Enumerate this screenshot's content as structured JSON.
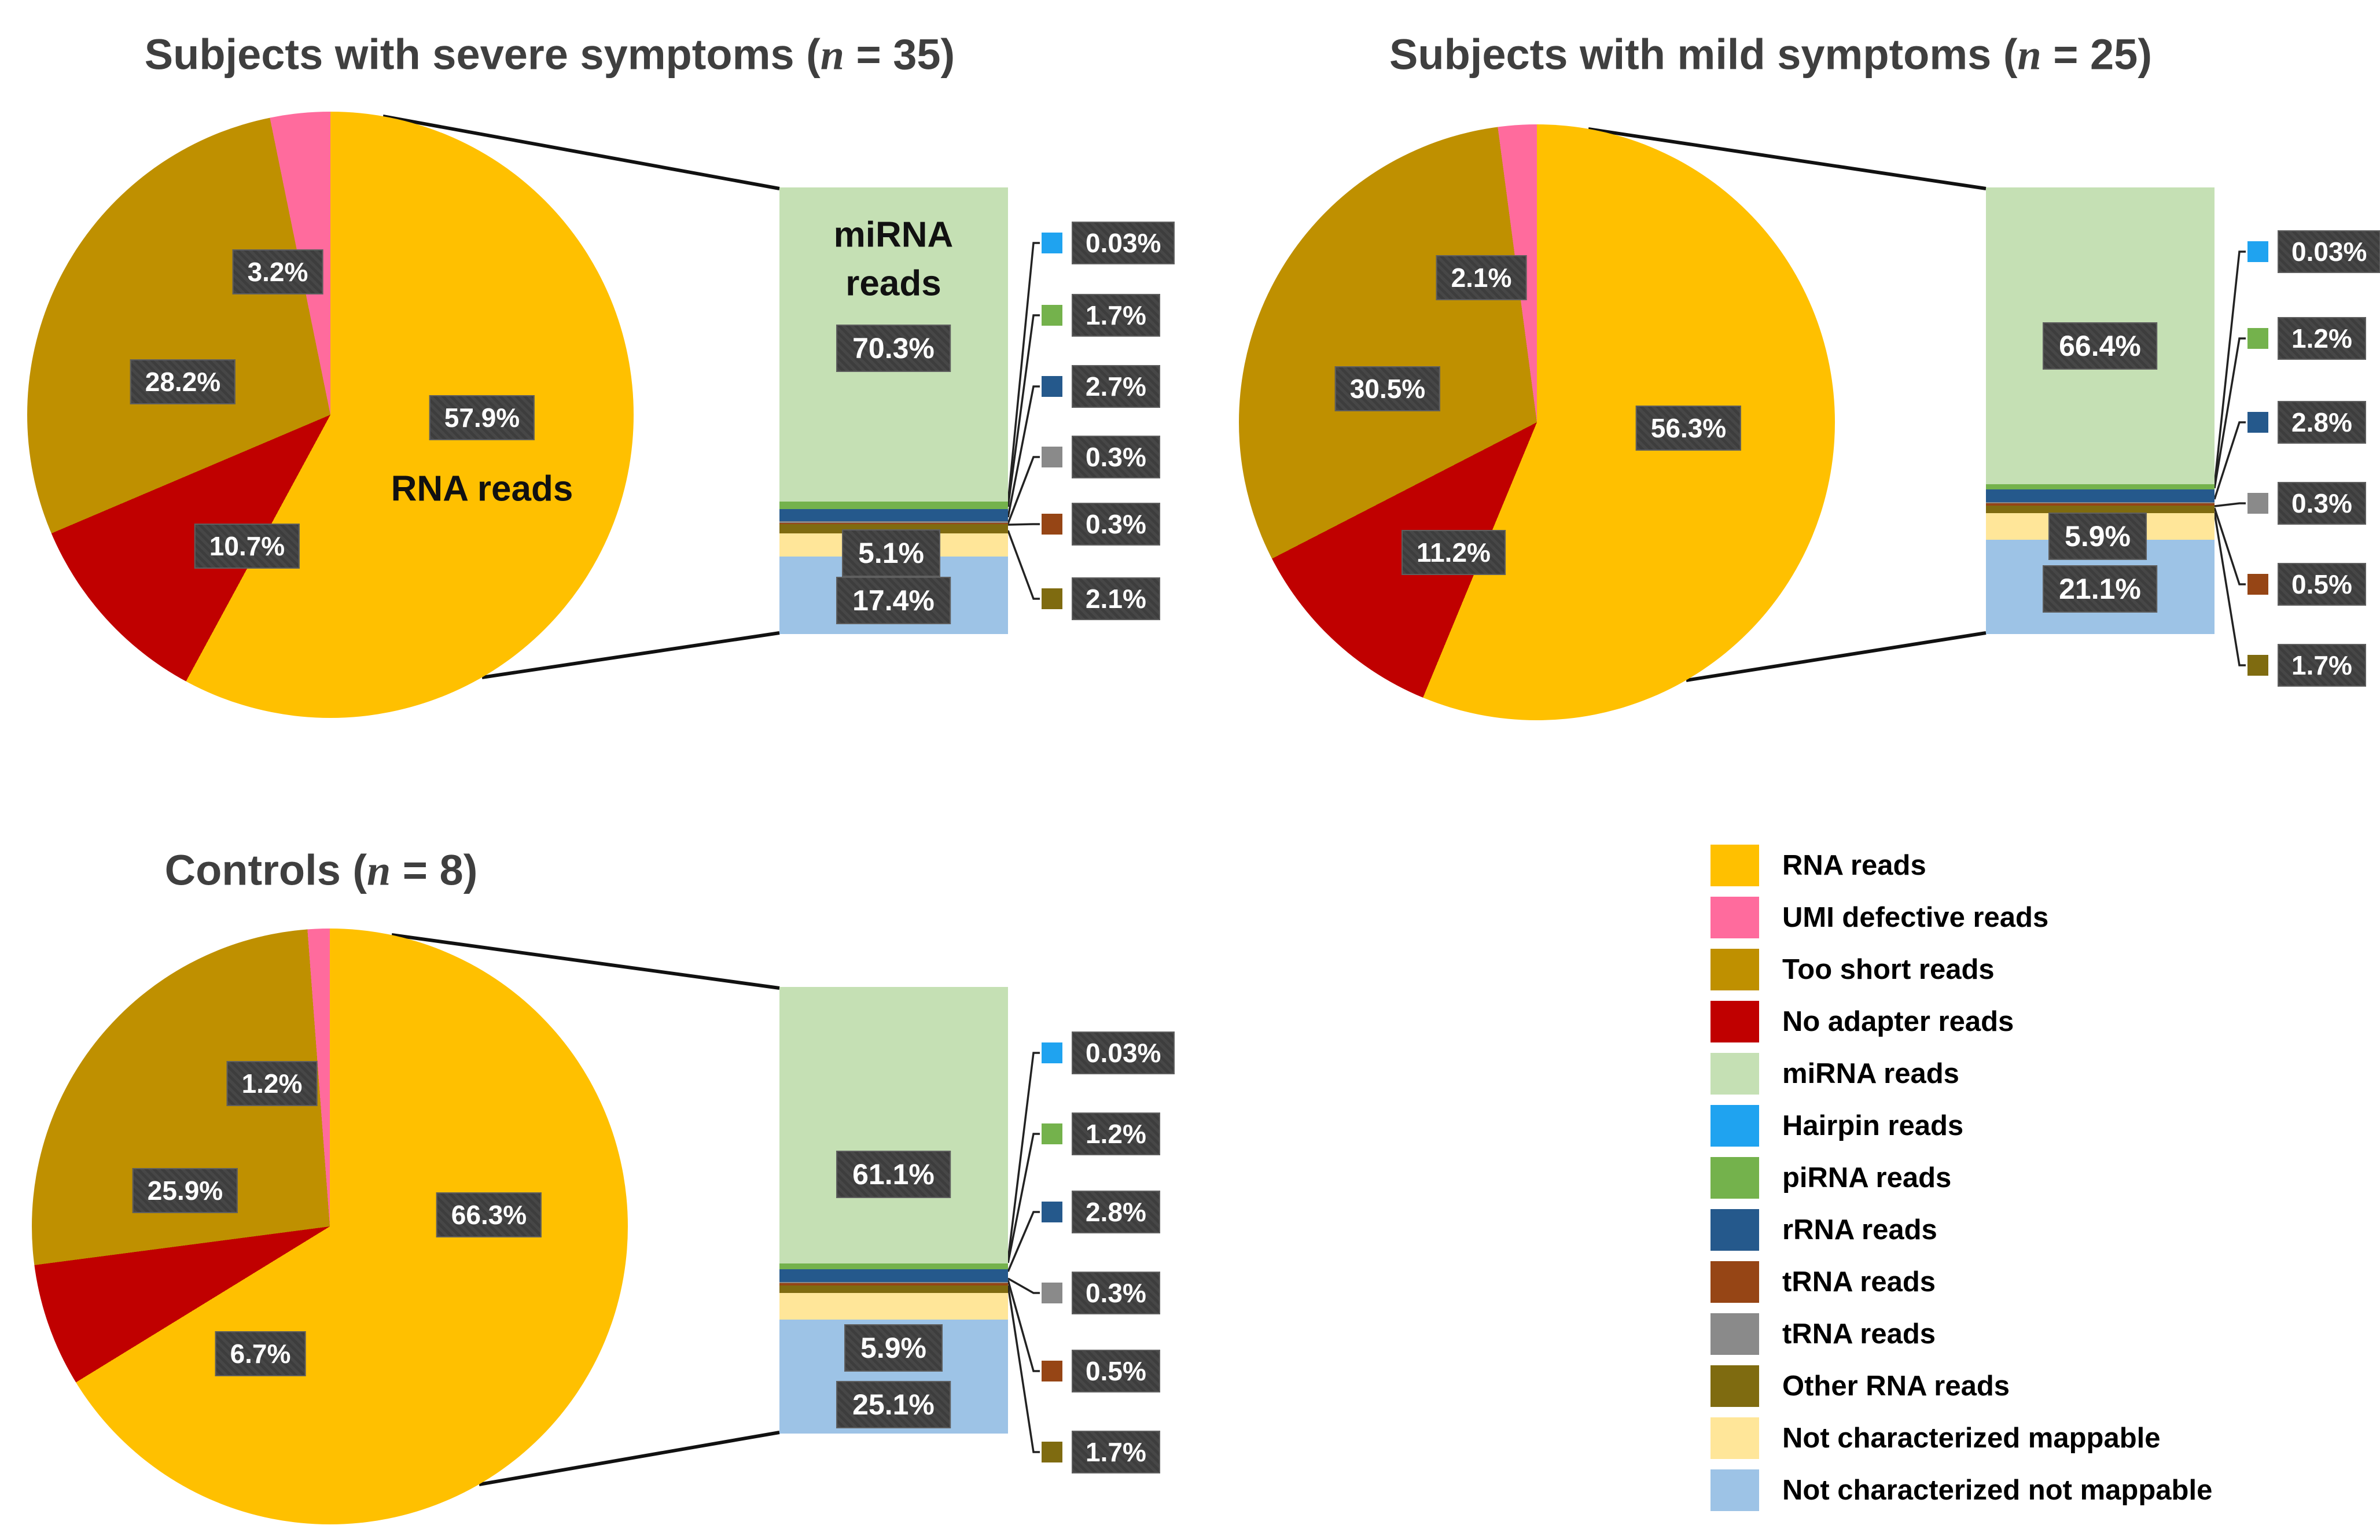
{
  "figure": {
    "background": "#ffffff",
    "label_box_color": "#3d3d3d",
    "title_color": "#3f3f3f"
  },
  "chart_data": [
    {
      "id": "severe",
      "type": "pie+stacked-bar",
      "title": {
        "prefix": "Subjects with severe symptoms (",
        "n": "n",
        "suffix": " = 35)"
      },
      "pie": {
        "annotation": "RNA reads",
        "slices": [
          {
            "name": "RNA reads",
            "value": 57.9,
            "label": "57.9%",
            "color": "#FFC000"
          },
          {
            "name": "No adapter reads",
            "value": 10.7,
            "label": "10.7%",
            "color": "#C00000"
          },
          {
            "name": "Too short reads",
            "value": 28.2,
            "label": "28.2%",
            "color": "#BF9000"
          },
          {
            "name": "UMI defective reads",
            "value": 3.2,
            "label": "3.2%",
            "color": "#FF6B9D"
          }
        ]
      },
      "bar": {
        "annotation": "miRNA reads",
        "segments": [
          {
            "name": "miRNA reads",
            "value": 70.3,
            "label": "70.3%",
            "color": "#C5E0B4"
          },
          {
            "name": "Hairpin reads",
            "value": 0.03,
            "label": "0.03%",
            "color": "#1FA3F0"
          },
          {
            "name": "piRNA reads",
            "value": 1.7,
            "label": "1.7%",
            "color": "#74B24C"
          },
          {
            "name": "rRNA reads",
            "value": 2.7,
            "label": "2.7%",
            "color": "#25598C"
          },
          {
            "name": "tRNA reads",
            "value": 0.3,
            "label": "0.3%",
            "color": "#8A8A8A"
          },
          {
            "name": "tRNA reads",
            "value": 0.3,
            "label": "0.3%",
            "color": "#964515"
          },
          {
            "name": "Other RNA reads",
            "value": 2.1,
            "label": "2.1%",
            "color": "#7F6B10"
          },
          {
            "name": "Not characterized mappable",
            "value": 5.1,
            "label": "5.1%",
            "color": "#FFE699"
          },
          {
            "name": "Not characterized not mappable",
            "value": 17.4,
            "label": "17.4%",
            "color": "#9DC3E6"
          }
        ]
      }
    },
    {
      "id": "mild",
      "type": "pie+stacked-bar",
      "title": {
        "prefix": "Subjects with mild symptoms (",
        "n": "n",
        "suffix": " = 25)"
      },
      "pie": {
        "slices": [
          {
            "name": "RNA reads",
            "value": 56.3,
            "label": "56.3%",
            "color": "#FFC000"
          },
          {
            "name": "No adapter reads",
            "value": 11.2,
            "label": "11.2%",
            "color": "#C00000"
          },
          {
            "name": "Too short reads",
            "value": 30.5,
            "label": "30.5%",
            "color": "#BF9000"
          },
          {
            "name": "UMI defective reads",
            "value": 2.1,
            "label": "2.1%",
            "color": "#FF6B9D"
          }
        ]
      },
      "bar": {
        "segments": [
          {
            "name": "miRNA reads",
            "value": 66.4,
            "label": "66.4%",
            "color": "#C5E0B4"
          },
          {
            "name": "Hairpin reads",
            "value": 0.03,
            "label": "0.03%",
            "color": "#1FA3F0"
          },
          {
            "name": "piRNA reads",
            "value": 1.2,
            "label": "1.2%",
            "color": "#74B24C"
          },
          {
            "name": "rRNA reads",
            "value": 2.8,
            "label": "2.8%",
            "color": "#25598C"
          },
          {
            "name": "tRNA reads",
            "value": 0.3,
            "label": "0.3%",
            "color": "#8A8A8A"
          },
          {
            "name": "tRNA reads",
            "value": 0.5,
            "label": "0.5%",
            "color": "#964515"
          },
          {
            "name": "Other RNA reads",
            "value": 1.7,
            "label": "1.7%",
            "color": "#7F6B10"
          },
          {
            "name": "Not characterized mappable",
            "value": 5.9,
            "label": "5.9%",
            "color": "#FFE699"
          },
          {
            "name": "Not characterized not mappable",
            "value": 21.1,
            "label": "21.1%",
            "color": "#9DC3E6"
          }
        ]
      }
    },
    {
      "id": "controls",
      "type": "pie+stacked-bar",
      "title": {
        "prefix": "Controls (",
        "n": "n",
        "suffix": " = 8)"
      },
      "pie": {
        "slices": [
          {
            "name": "RNA reads",
            "value": 66.3,
            "label": "66.3%",
            "color": "#FFC000"
          },
          {
            "name": "No adapter reads",
            "value": 6.7,
            "label": "6.7%",
            "color": "#C00000"
          },
          {
            "name": "Too short reads",
            "value": 25.9,
            "label": "25.9%",
            "color": "#BF9000"
          },
          {
            "name": "UMI defective reads",
            "value": 1.2,
            "label": "1.2%",
            "color": "#FF6B9D"
          }
        ]
      },
      "bar": {
        "segments": [
          {
            "name": "miRNA reads",
            "value": 61.1,
            "label": "61.1%",
            "color": "#C5E0B4"
          },
          {
            "name": "Hairpin reads",
            "value": 0.03,
            "label": "0.03%",
            "color": "#1FA3F0"
          },
          {
            "name": "piRNA reads",
            "value": 1.2,
            "label": "1.2%",
            "color": "#74B24C"
          },
          {
            "name": "rRNA reads",
            "value": 2.8,
            "label": "2.8%",
            "color": "#25598C"
          },
          {
            "name": "tRNA reads",
            "value": 0.3,
            "label": "0.3%",
            "color": "#8A8A8A"
          },
          {
            "name": "tRNA reads",
            "value": 0.5,
            "label": "0.5%",
            "color": "#964515"
          },
          {
            "name": "Other RNA reads",
            "value": 1.7,
            "label": "1.7%",
            "color": "#7F6B10"
          },
          {
            "name": "Not characterized mappable",
            "value": 5.9,
            "label": "5.9%",
            "color": "#FFE699"
          },
          {
            "name": "Not characterized not mappable",
            "value": 25.1,
            "label": "25.1%",
            "color": "#9DC3E6"
          }
        ]
      }
    }
  ],
  "legend": {
    "items": [
      {
        "label": "RNA reads",
        "color": "#FFC000"
      },
      {
        "label": "UMI defective reads",
        "color": "#FF6B9D"
      },
      {
        "label": "Too short reads",
        "color": "#BF9000"
      },
      {
        "label": "No adapter reads",
        "color": "#C00000"
      },
      {
        "label": "miRNA reads",
        "color": "#C5E0B4"
      },
      {
        "label": "Hairpin reads",
        "color": "#1FA3F0"
      },
      {
        "label": "piRNA reads",
        "color": "#74B24C"
      },
      {
        "label": "rRNA reads",
        "color": "#25598C"
      },
      {
        "label": "tRNA reads",
        "color": "#964515"
      },
      {
        "label": "tRNA reads",
        "color": "#8A8A8A"
      },
      {
        "label": "Other RNA reads",
        "color": "#7F6B10"
      },
      {
        "label": "Not characterized mappable",
        "color": "#FFE699"
      },
      {
        "label": "Not characterized not mappable",
        "color": "#9DC3E6"
      }
    ]
  }
}
